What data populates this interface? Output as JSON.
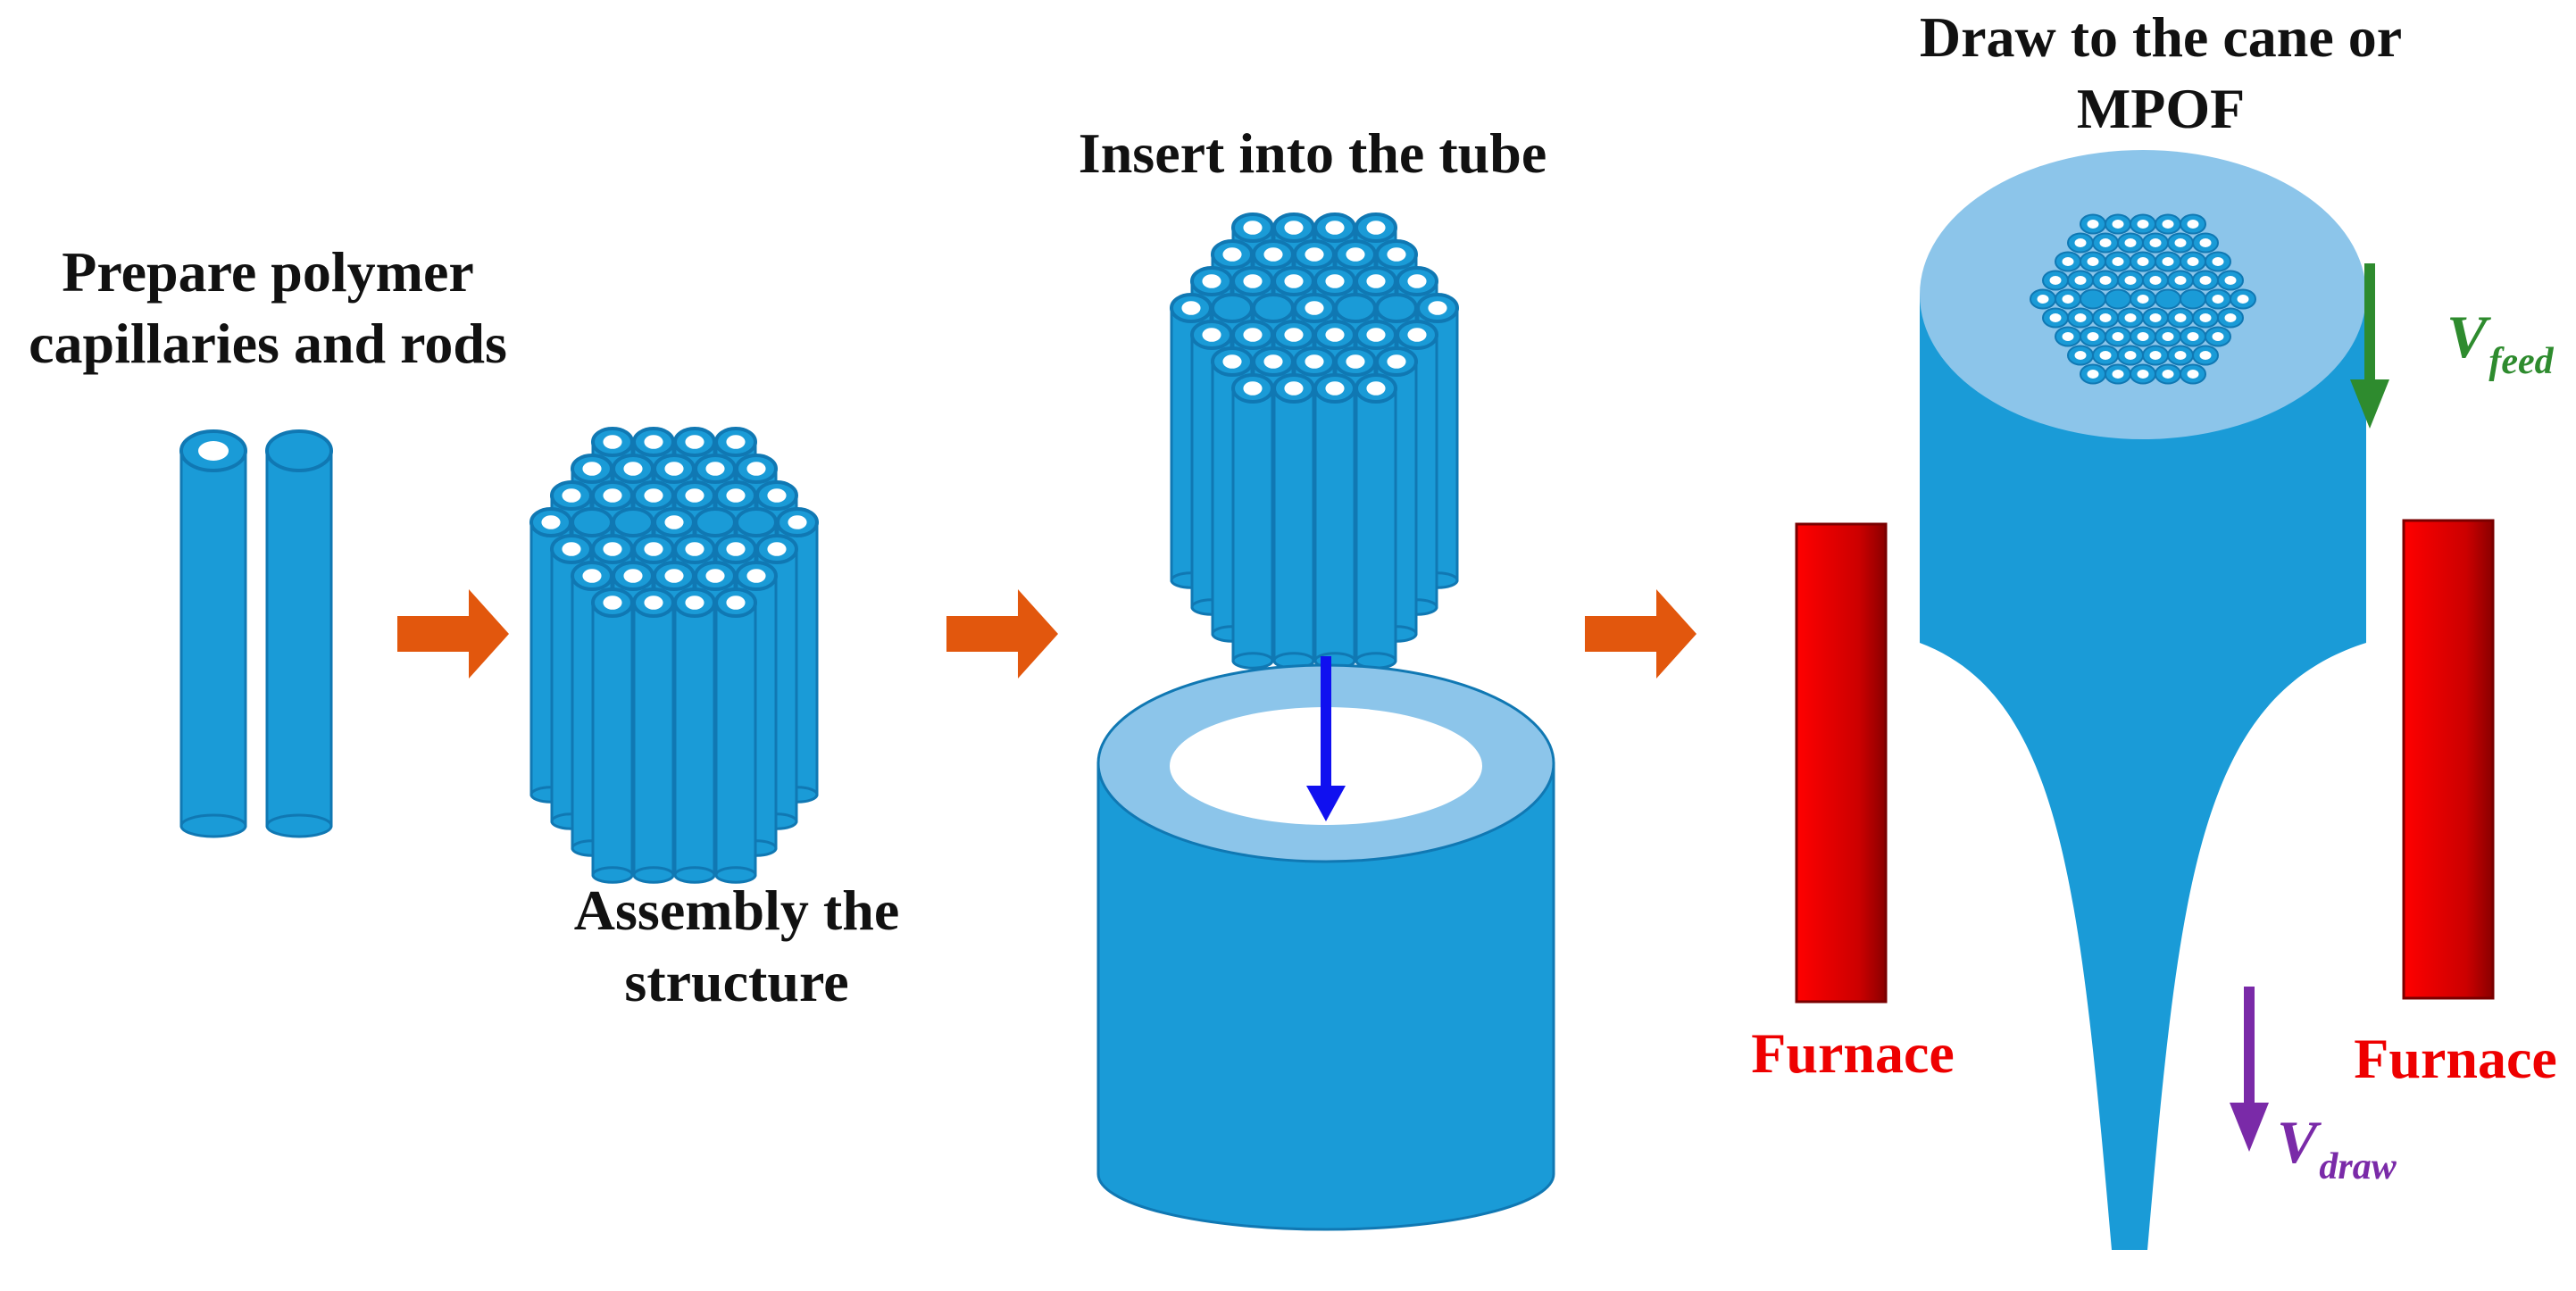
{
  "steps": {
    "prepare": {
      "line1": "Prepare polymer",
      "line2": "capillaries and rods"
    },
    "assembly": {
      "line1": "Assembly the",
      "line2": "structure"
    },
    "insert": {
      "line1": "Insert into the tube"
    },
    "draw": {
      "line1": "Draw to the cane or",
      "line2": "MPOF"
    }
  },
  "furnace": {
    "left_label": "Furnace",
    "right_label": "Furnace"
  },
  "velocities": {
    "feed": {
      "symbol": "V",
      "subscript": "feed"
    },
    "draw": {
      "symbol": "V",
      "subscript": "draw"
    }
  },
  "colors": {
    "polymer": "#1a9bd7",
    "polymer_dark": "#1078b3",
    "polymer_top": "#8cc5ea",
    "step_arrow": "#e2570d",
    "insert_arrow": "#1010f0",
    "feed_arrow": "#2e8b2e",
    "draw_arrow": "#7a2aa8",
    "furnace": "#ee0000"
  }
}
